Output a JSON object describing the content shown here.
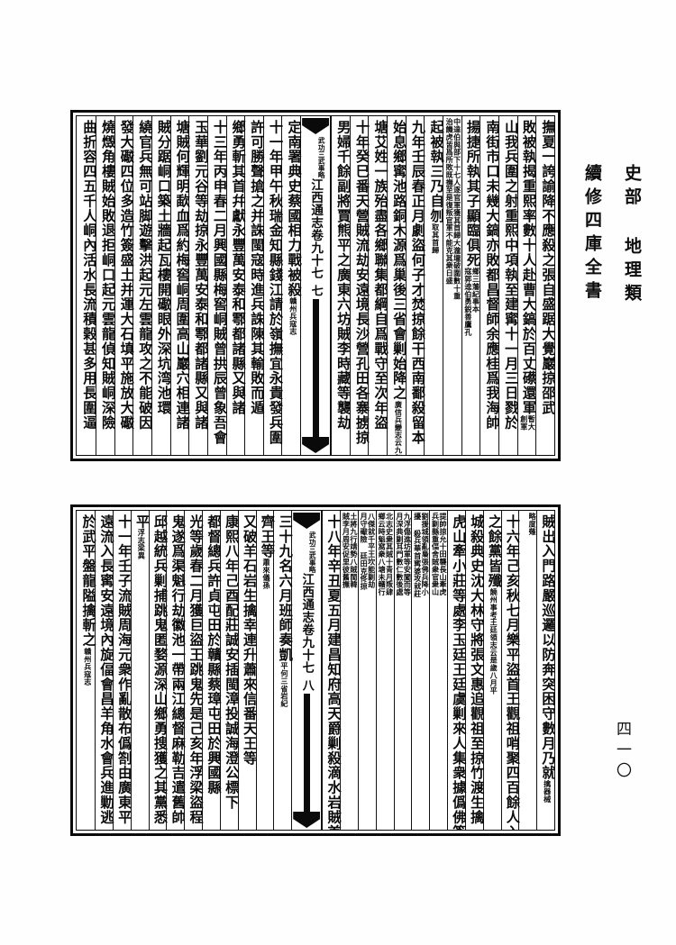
{
  "series": {
    "main_title": "續修四庫全書",
    "sub_title": "史部 地理類",
    "page_number": "四一〇"
  },
  "blocks": [
    {
      "id": "top-half-page",
      "fold": {
        "cap_icon": "black-fishtail-icon",
        "title": "江西通志卷九十七",
        "sub_lines": [
          "武事略",
          "武功三"
        ],
        "page_label": "七"
      },
      "columns_right_to_left": [
        {
          "text": "撫夏一誇諭降不應殺之張自盛踞大覺巖掠邵武"
        },
        {
          "text": "敗被執揭重熙率數十人赴曹大鎬於百丈礤還軍",
          "note": [
            "暫大",
            "創軍"
          ]
        },
        {
          "text": "山我兵圍之射重熙中項執至建寗十一月三日戮於"
        },
        {
          "text": "南街市口未幾大鎬亦敗都昌督師余應桂爲我海帥"
        },
        {
          "text": "揚捷所執其子顯臨俱死",
          "note": [
            "鄉三藩紀事本",
            "寇郭逵伯勇鋭善鷹孔"
          ]
        },
        {
          "text": "",
          "note": [
            "中達伯與部下十七人逐官軍獲其首歸大瀧壠破圍數十重",
            "治饑虎皆爲所敗既撫至是復叛官軍不能克其衆日盛"
          ]
        },
        {
          "text": "起被執三乃自刎",
          "note": [
            "取其首歸"
          ]
        },
        {
          "text": "九年壬辰春正月劇盜何子才焚掠餘干西南鄱殺留本"
        },
        {
          "text": "始息鄉寗池路銅木源爲巢後三省會剿始降之",
          "note": [
            "廣信兵變志云九年閩賊熊"
          ]
        },
        {
          "text": "塘艾姓一族殆盡各鄉聯集都綱自爲戰守至次年盜"
        },
        {
          "text": "十年癸巳番天營賊流劫安遠境長沙營孔田各寨掳掠"
        },
        {
          "text": "男婦千餘副將賈熊平之廣東六坊賊李時藏等襲劫"
        },
        {
          "text": "定南署典史蔡國相力戰被殺",
          "note": [
            "贛州兵寇志"
          ]
        },
        {
          "text": "十一年甲午秋瑞金知縣錢江請於嶺撫宜永貴發兵圍"
        },
        {
          "text": "許可勝聲搶之并誅閩寇時進兵誅陳其輸敗而遁"
        },
        {
          "text": "鄉勇斬其首幷獻永豐萬安泰和鄠都諸縣又與諸"
        },
        {
          "text": "十三年丙申春二月興國縣梅窖峒賊曾拱辰曾象吾會"
        },
        {
          "text": "玉華劉元谷等劫掠永豐萬安泰和鄠都諸縣又與諸"
        },
        {
          "text": "塘賊何輝明歃血爲約梅窖峒周圍高山巖穴相連諸"
        },
        {
          "text": "賊分踞峒口築土牆起瓦樓開礮眼外深坑湾池環"
        },
        {
          "text": "繞官兵無可站脚遊擊洪起元左雲龍攻之不能破因"
        },
        {
          "text": "發大礮四位多造竹簽盛土并運大石填平施放大礮"
        },
        {
          "text": "燒燬角樓賊始敗退拒峒口起元雲龍偵知賊峒深險"
        },
        {
          "text": "曲折容四五千人峒內活水長流積榖甚多用長圍逼"
        }
      ]
    },
    {
      "id": "bottom-half-page",
      "fold": {
        "cap_icon": "black-fishtail-icon",
        "title": "江西通志卷九十七",
        "sub_lines": [
          "武事略",
          "武功三"
        ],
        "page_label": "八"
      },
      "columns_right_to_left": [
        {
          "text": "賊出入門路嚴巡邏以防奔突困守數月乃就",
          "note": [
            "擒器械"
          ]
        },
        {
          "text": "",
          "note": [
            "略度薙"
          ]
        },
        {
          "text": "十六年己亥秋七月樂平盜首王觀祖哨聚四百餘人入"
        },
        {
          "text": "之餘黨皆殲",
          "note": [
            "饒州事考王廷領志云是歲八月平"
          ]
        },
        {
          "text": "城殺典史沈大林守將張文惠追觀祖至掠竹渡生擒"
        },
        {
          "text": "虎山牽小莊等處李玉廷王廷虞剿來人集衆據僞佛簽里"
        },
        {
          "text": "",
          "note": [
            "提帥掠允十田襲長山牽虎",
            "兵剿縣重偪舍賊衆官衆山"
          ]
        },
        {
          "text": "",
          "note": [
            "劉援城領亂梟張佛兵降小",
            "擾 殺兵華首寗婆攻就莊"
          ]
        },
        {
          "text": "",
          "note": [
            "九浮傷進坊軍等安闖而等",
            "月深典剿耳門數仁數後處"
          ]
        },
        {
          "text": "",
          "note": [
            "北志史衆其賊十青月叛肆",
            "鄉云時魁窩衆八塘未贛行"
          ]
        },
        {
          "text": "",
          "note": [
            "八傑就千平王坎能剿劫",
            "月守礮險 廷田克佟掠"
          ]
        },
        {
          "text": "",
          "note": [
            "土將九行靖勢八賊閩韓",
            "賊李月周安促里彼舊撫"
          ]
        },
        {
          "text": "十八年辛丑夏五月建昌知府高天爵剿殺滴水岩賊首"
        },
        {
          "text": "三十九名六月班師奏凱",
          "note": [
            "平何三省岩紀"
          ]
        },
        {
          "text": "齊王等",
          "note": [
            "蕭來儀孫"
          ]
        },
        {
          "text": "又破羊石岩生擒幸連升蕭來信番天王等"
        },
        {
          "text": "康熙八年己酉配莊誠安插閩漳投誠海澄公標下"
        },
        {
          "text": "都督總兵許貞屯田於贛縣蔡璋屯田於興國縣"
        },
        {
          "text": "光等歲春二月獲巨盜王跳鬼先是己亥年浮梁盜程"
        },
        {
          "text": "鬼遂爲渠魁行劫徽池一帶兩江總督麻勒吉遣舊帥"
        },
        {
          "text": "邱越統兵剿捕跳鬼匿婺源深山鄉勇搜獲之其黨悉"
        },
        {
          "text": "平",
          "note": [
            "浮志梁異"
          ]
        },
        {
          "text": "十一年壬子流賊周海元衆作亂散布僞劄由廣東平"
        },
        {
          "text": "遠流入長寗安遠境內旋偪會昌羊角水會兵進勦逃"
        },
        {
          "text": "於武平盤龍隘擒斬之",
          "note": [
            "贛州兵寇志"
          ]
        }
      ]
    }
  ]
}
